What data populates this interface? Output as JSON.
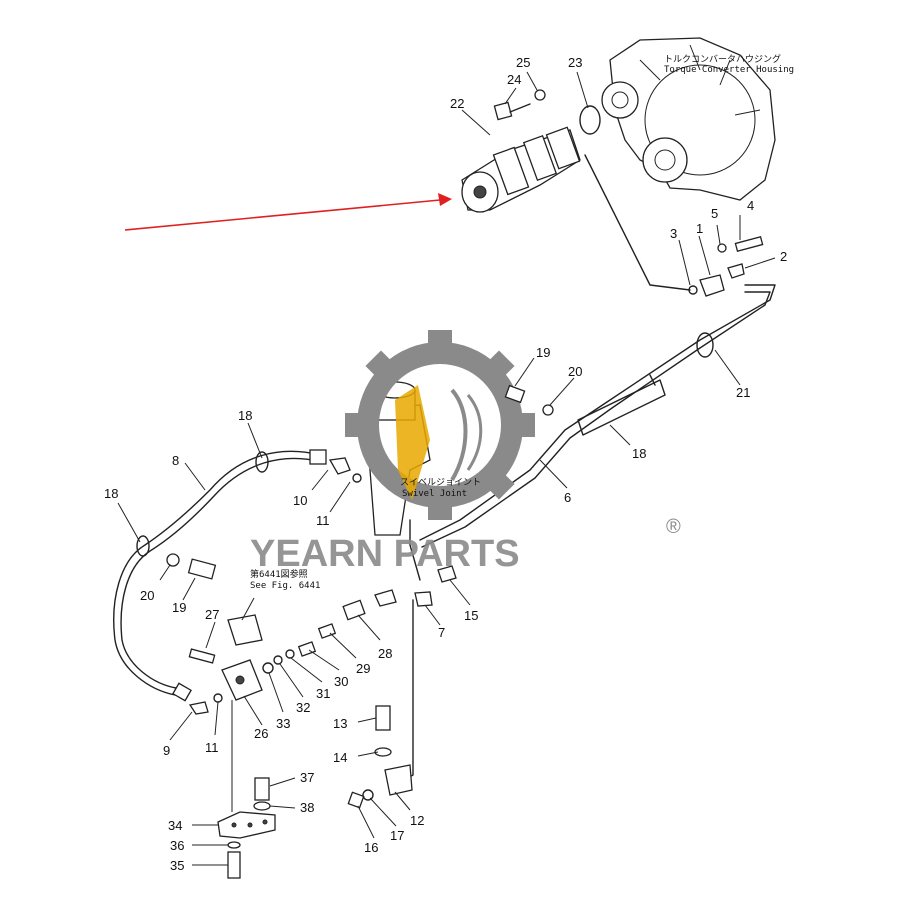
{
  "watermark": {
    "brand": "YEARN PARTS",
    "registered": "®"
  },
  "captions": {
    "torque_converter_jp": "トルクコンバータハウジング",
    "torque_converter_en": "Torque Converter Housing",
    "swivel_joint_jp": "スイベルジョイント",
    "swivel_joint_en": "Swivel Joint",
    "see_fig_jp": "第6441図参照",
    "see_fig_en": "See Fig. 6441"
  },
  "callouts": [
    "1",
    "2",
    "3",
    "4",
    "5",
    "6",
    "7",
    "8",
    "9",
    "10",
    "11",
    "11",
    "12",
    "13",
    "14",
    "15",
    "16",
    "17",
    "18",
    "18",
    "18",
    "19",
    "19",
    "20",
    "20",
    "21",
    "22",
    "23",
    "24",
    "25",
    "26",
    "27",
    "28",
    "29",
    "30",
    "31",
    "32",
    "33",
    "34",
    "35",
    "36",
    "37",
    "38"
  ],
  "colors": {
    "arrow": "#e02020",
    "gear": "#8a8a8a",
    "flame": "#e8a800",
    "line": "#222222"
  }
}
